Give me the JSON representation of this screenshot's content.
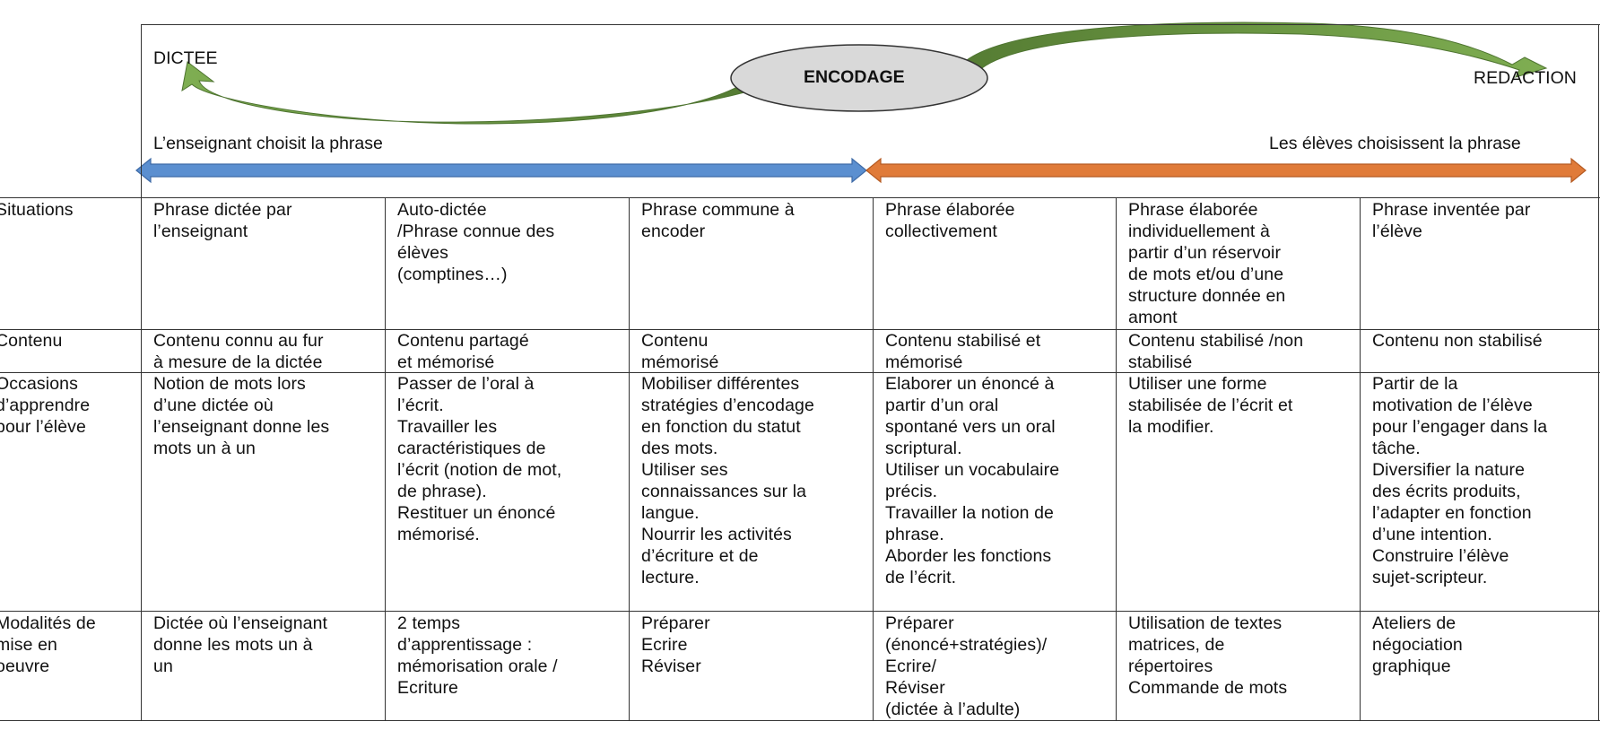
{
  "header": {
    "left_label": "DICTEE",
    "center_label": "ENCODAGE",
    "right_label": "REDACTION",
    "left_caption": "L’enseignant choisit la phrase",
    "right_caption": "Les élèves choisissent la phrase"
  },
  "colors": {
    "green_arrow": "#6E9A45",
    "blue_arrow": "#5B8FD0",
    "orange_arrow": "#E07B39",
    "ellipse_fill": "#D9D9D9",
    "grid": "#333333"
  },
  "rows": [
    {
      "header": "Situations",
      "cells": [
        "Phrase dictée par\nl’enseignant",
        "Auto-dictée\n/Phrase connue des\nélèves\n(comptines…)",
        "Phrase commune à\nencoder",
        "Phrase élaborée\ncollectivement",
        "Phrase élaborée\nindividuellement à\npartir d’un réservoir\nde mots et/ou d’une\nstructure donnée en\namont",
        "Phrase inventée par\nl’élève"
      ]
    },
    {
      "header": "Contenu",
      "cells": [
        "Contenu connu au fur\nà mesure de la dictée",
        "Contenu partagé\net mémorisé",
        "Contenu\nmémorisé",
        "Contenu stabilisé et\nmémorisé",
        "Contenu stabilisé /non\nstabilisé",
        "Contenu non stabilisé"
      ]
    },
    {
      "header": "Occasions\nd’apprendre\npour l’élève",
      "cells": [
        "Notion de mots lors\nd’une dictée où\nl’enseignant donne les\nmots un à un",
        "Passer de l’oral à\nl’écrit.\nTravailler les\ncaractéristiques de\nl’écrit (notion de mot,\nde phrase).\nRestituer un énoncé\nmémorisé.",
        "Mobiliser différentes\nstratégies d’encodage\nen fonction du statut\ndes mots.\nUtiliser ses\nconnaissances sur la\nlangue.\nNourrir les activités\nd’écriture et de\nlecture.",
        "Elaborer un énoncé à\npartir d’un oral\nspontané vers un oral\nscriptural.\nUtiliser un vocabulaire\nprécis.\nTravailler la notion de\nphrase.\nAborder les fonctions\nde l’écrit.",
        "Utiliser une forme\nstabilisée de l’écrit et\nla modifier.",
        "Partir de la\nmotivation de l’élève\npour l’engager dans la\ntâche.\nDiversifier la nature\ndes écrits produits,\nl’adapter en fonction\nd’une intention.\nConstruire l’élève\nsujet-scripteur."
      ]
    },
    {
      "header": "Modalités de\nmise en\noeuvre",
      "cells": [
        "Dictée où l’enseignant\ndonne les mots un à\nun",
        "2 temps\nd’apprentissage :\nmémorisation orale /\nEcriture",
        "Préparer\nEcrire\nRéviser",
        "Préparer\n(énoncé+stratégies)/\nEcrire/\nRéviser\n(dictée à l’adulte)",
        "Utilisation de textes\nmatrices, de\nrépertoires\nCommande de mots",
        "Ateliers de\nnégociation\ngraphique"
      ]
    }
  ]
}
